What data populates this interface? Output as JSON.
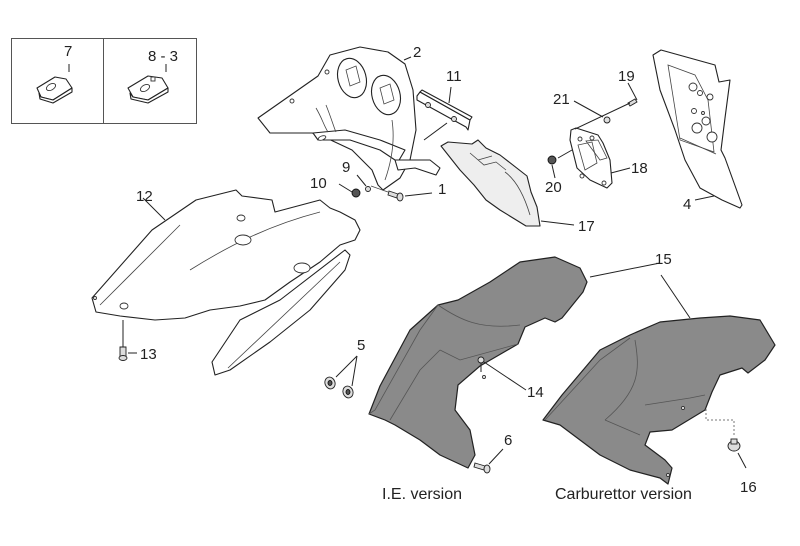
{
  "diagram": {
    "type": "exploded parts diagram",
    "inset": {
      "cells": [
        {
          "label": "7",
          "part": "spring clip nut"
        },
        {
          "label": "8 - 3",
          "part": "spring clip nut with tab"
        }
      ]
    },
    "callouts": {
      "c1": "1",
      "c2": "2",
      "c4": "4",
      "c5": "5",
      "c6": "6",
      "c7": "7",
      "c8_3": "8 - 3",
      "c9": "9",
      "c10": "10",
      "c11": "11",
      "c12": "12",
      "c13": "13",
      "c14": "14",
      "c15": "15",
      "c16": "16",
      "c17": "17",
      "c18": "18",
      "c19": "19",
      "c20": "20",
      "c21": "21"
    },
    "captions": {
      "ie_version": "I.E. version",
      "carburettor_version": "Carburettor version"
    },
    "colors": {
      "line": "#222222",
      "part_fill": "#ffffff",
      "light_part_fill": "#eeeeee",
      "dark_part_fill": "#8a8a8a"
    }
  }
}
